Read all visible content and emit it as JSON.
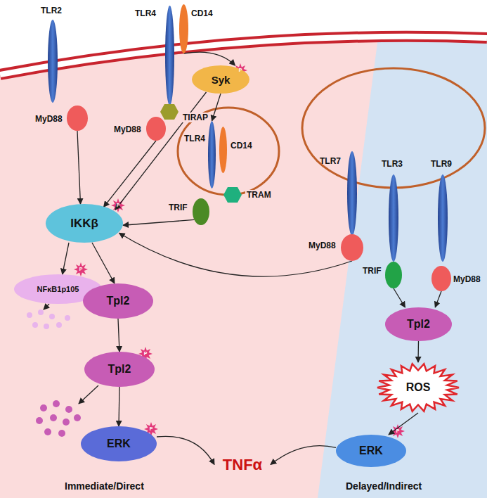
{
  "diagram": {
    "nodes": [
      {
        "text": [
          "TLR2"
        ]
      },
      {
        "text": [
          "MyD88"
        ]
      },
      {
        "text": [
          "TLR4"
        ]
      },
      {
        "text": [
          "CD14"
        ]
      },
      {
        "text": [
          "TIRAP"
        ]
      },
      {
        "text": [
          "MyD88"
        ]
      },
      {
        "text": [
          "Syk"
        ]
      },
      {
        "text": [
          "TLR4"
        ]
      },
      {
        "text": [
          "CD14"
        ]
      },
      {
        "text": [
          "TRAM"
        ]
      },
      {
        "text": [
          "TRIF"
        ]
      },
      {
        "text": [
          "TLR7"
        ]
      },
      {
        "text": [
          "MyD88"
        ]
      },
      {
        "text": [
          "TLR3"
        ]
      },
      {
        "text": [
          "TLR9"
        ]
      },
      {
        "text": [
          "TRIF"
        ]
      },
      {
        "text": [
          "MyD88"
        ]
      },
      {
        "text": [
          "IKKβ"
        ]
      },
      {
        "text": [
          "NFκB1p105"
        ]
      },
      {
        "text": [
          "Tpl2"
        ]
      },
      {
        "text": [
          "Tpl2"
        ]
      },
      {
        "text": [
          "ERK"
        ]
      },
      {
        "text": [
          "Tpl2"
        ]
      },
      {
        "text": [
          "ROS"
        ]
      },
      {
        "text": [
          "ERK"
        ]
      },
      {
        "text": [
          "TNFα"
        ]
      }
    ],
    "edges": [
      {
        "from": 1,
        "to": 17,
        "arrow": "to"
      },
      {
        "from": 5,
        "to": 17,
        "arrow": "to"
      },
      {
        "from": 3,
        "to": 6,
        "arrow": "to"
      },
      {
        "from": 6,
        "to": 7,
        "arrow": "to"
      },
      {
        "from": 6,
        "to": 17,
        "arrow": "to"
      },
      {
        "from": 10,
        "to": 17,
        "arrow": "to"
      },
      {
        "from": 12,
        "to": 17,
        "arrow": "to"
      },
      {
        "from": 17,
        "to": 18,
        "arrow": "to"
      },
      {
        "from": 17,
        "to": 19,
        "arrow": "to"
      },
      {
        "from": 19,
        "to": 20,
        "arrow": "to"
      },
      {
        "from": 20,
        "to": 21,
        "arrow": "to"
      },
      {
        "from": 21,
        "to": 25,
        "arrow": "to"
      },
      {
        "from": 15,
        "to": 22,
        "arrow": "to"
      },
      {
        "from": 16,
        "to": 22,
        "arrow": "to"
      },
      {
        "from": 22,
        "to": 23,
        "arrow": "to"
      },
      {
        "from": 23,
        "to": 24,
        "arrow": "to"
      },
      {
        "from": 24,
        "to": 25,
        "arrow": "to"
      }
    ],
    "labels": [
      "Immediate/Direct",
      "Delayed/Indirect",
      "P",
      "P",
      "P",
      "P",
      "P",
      "P"
    ]
  }
}
